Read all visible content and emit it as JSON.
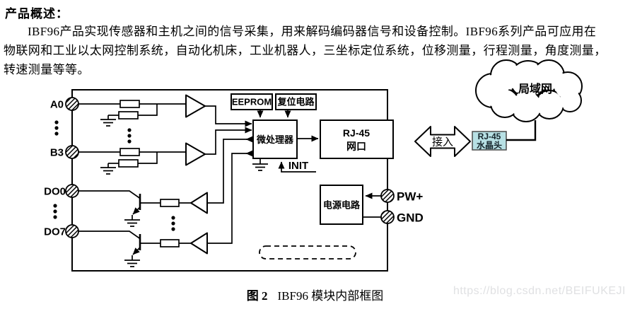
{
  "header": {
    "title": "产品概述："
  },
  "paragraph": {
    "lines": [
      "IBF96产品实现传感器和主机之间的信号采集，用来解码编码器信号和设备控制。IBF96系列产品可应用在",
      "物联网和工业以太网控制系统，自动化机床，工业机器人，三坐标定位系统，位移测量，行程测量，角度测量，",
      "转速测量等等。"
    ]
  },
  "diagram": {
    "ports": {
      "a0": "A0",
      "b3": "B3",
      "do0": "DO0",
      "do7": "DO7",
      "pw": "PW+",
      "gnd": "GND"
    },
    "blocks": {
      "eeprom": "EEPROM",
      "reset": "复位电路",
      "mcu": "微处理器",
      "rj45_line1": "RJ-45",
      "rj45_line2": "网口",
      "power": "电源电路",
      "init": "INIT"
    },
    "external": {
      "access": "接入",
      "plug_line1": "RJ-45",
      "plug_line2": "水晶头",
      "cloud": "局域网"
    },
    "colors": {
      "line": "#000000",
      "plug_bg": "#b7e0e4",
      "plug_border": "#4a4a4a"
    }
  },
  "caption": {
    "fig": "图 2",
    "text": "IBF96 模块内部框图"
  },
  "watermark": {
    "text": "https://blog.csdn.net/BEIFUKEJI",
    "color": "#e0e1e3"
  }
}
